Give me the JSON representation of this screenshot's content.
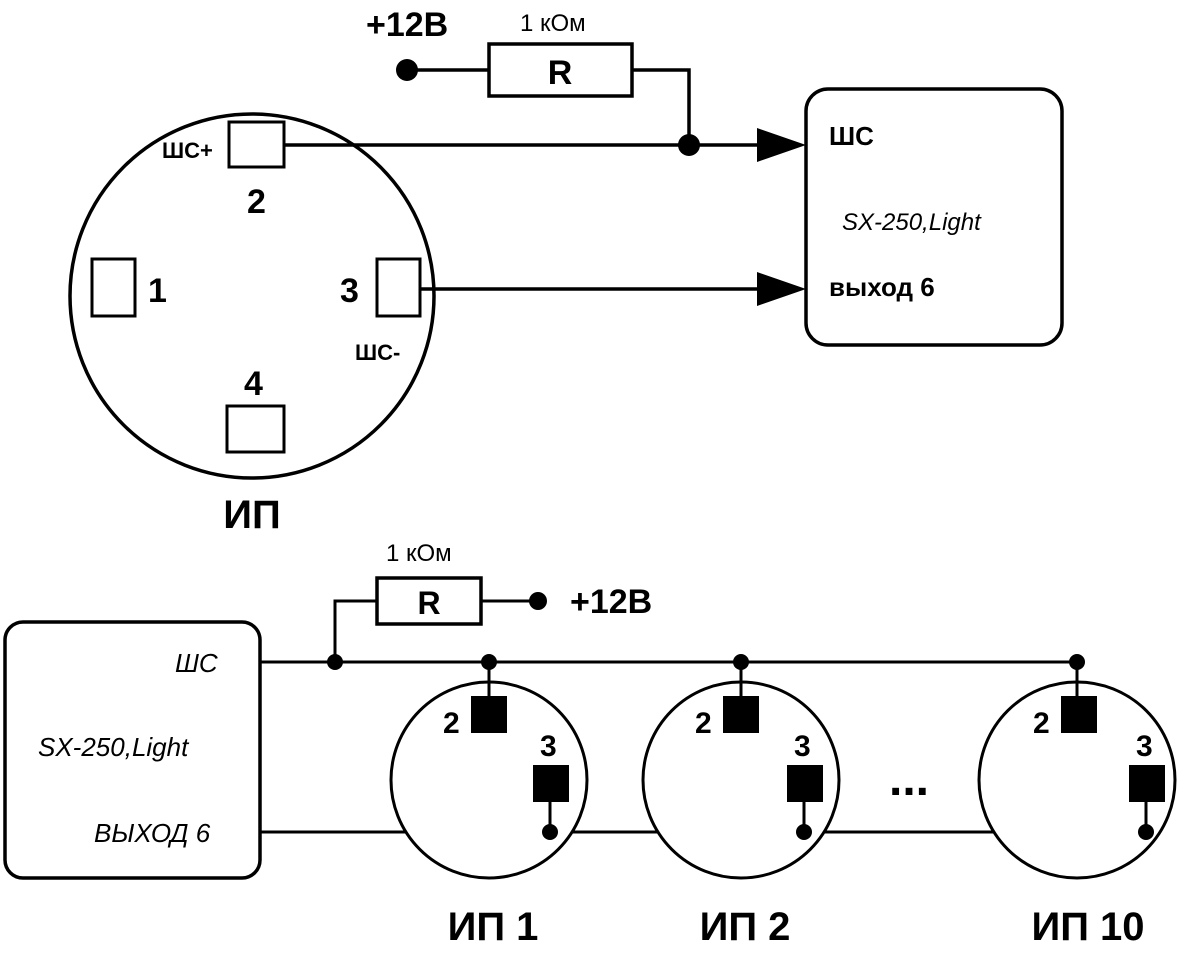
{
  "top": {
    "supply": "+12В",
    "resistor_value": "1 кОм",
    "resistor_label": "R",
    "pin_plus_label": "ШС+",
    "pin_minus_label": "ШС-",
    "pins": [
      "1",
      "2",
      "3",
      "4"
    ],
    "detector_label": "ИП",
    "device": {
      "loop": "ШС",
      "model": "SX-250,Light",
      "output": "выход 6"
    }
  },
  "bottom": {
    "supply": "+12В",
    "resistor_value": "1 кОм",
    "resistor_label": "R",
    "device": {
      "loop": "ШС",
      "model": "SX-250,Light",
      "output": "ВЫХОД 6"
    },
    "detectors": [
      {
        "label": "ИП 1",
        "pin_a": "2",
        "pin_b": "3"
      },
      {
        "label": "ИП 2",
        "pin_a": "2",
        "pin_b": "3"
      },
      {
        "label": "ИП 10",
        "pin_a": "2",
        "pin_b": "3"
      }
    ],
    "ellipsis": "..."
  }
}
